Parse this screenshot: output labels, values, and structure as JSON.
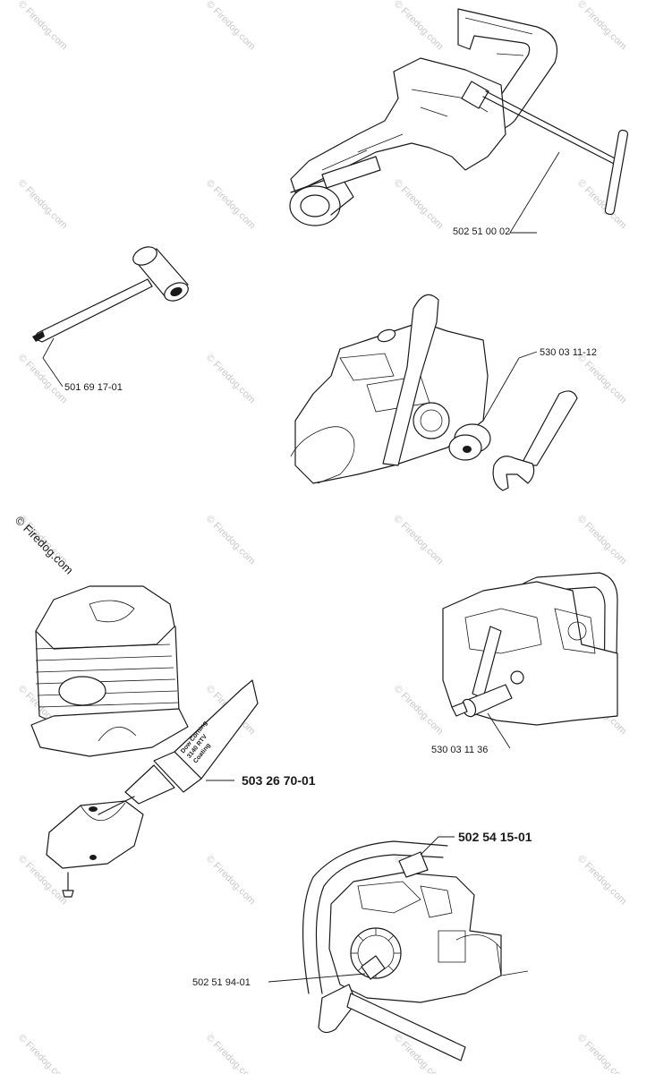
{
  "watermark": {
    "text": "© Firedog.com"
  },
  "copyright": "© Firedog.com",
  "tube_label": {
    "line1": "Dow Corning",
    "line2": "3140 RTV",
    "line3": "Coating"
  },
  "part_numbers": {
    "handle_tool": "502 51 00 02",
    "socket_wrench": "501 69 17-01",
    "clutch_tool": "530 03 11-12",
    "piston_stop": "530 03 11 36",
    "sealant": "503 26 70-01",
    "flywheel_puller_top": "502 54 15-01",
    "flywheel_puller": "502 51 94-01"
  }
}
